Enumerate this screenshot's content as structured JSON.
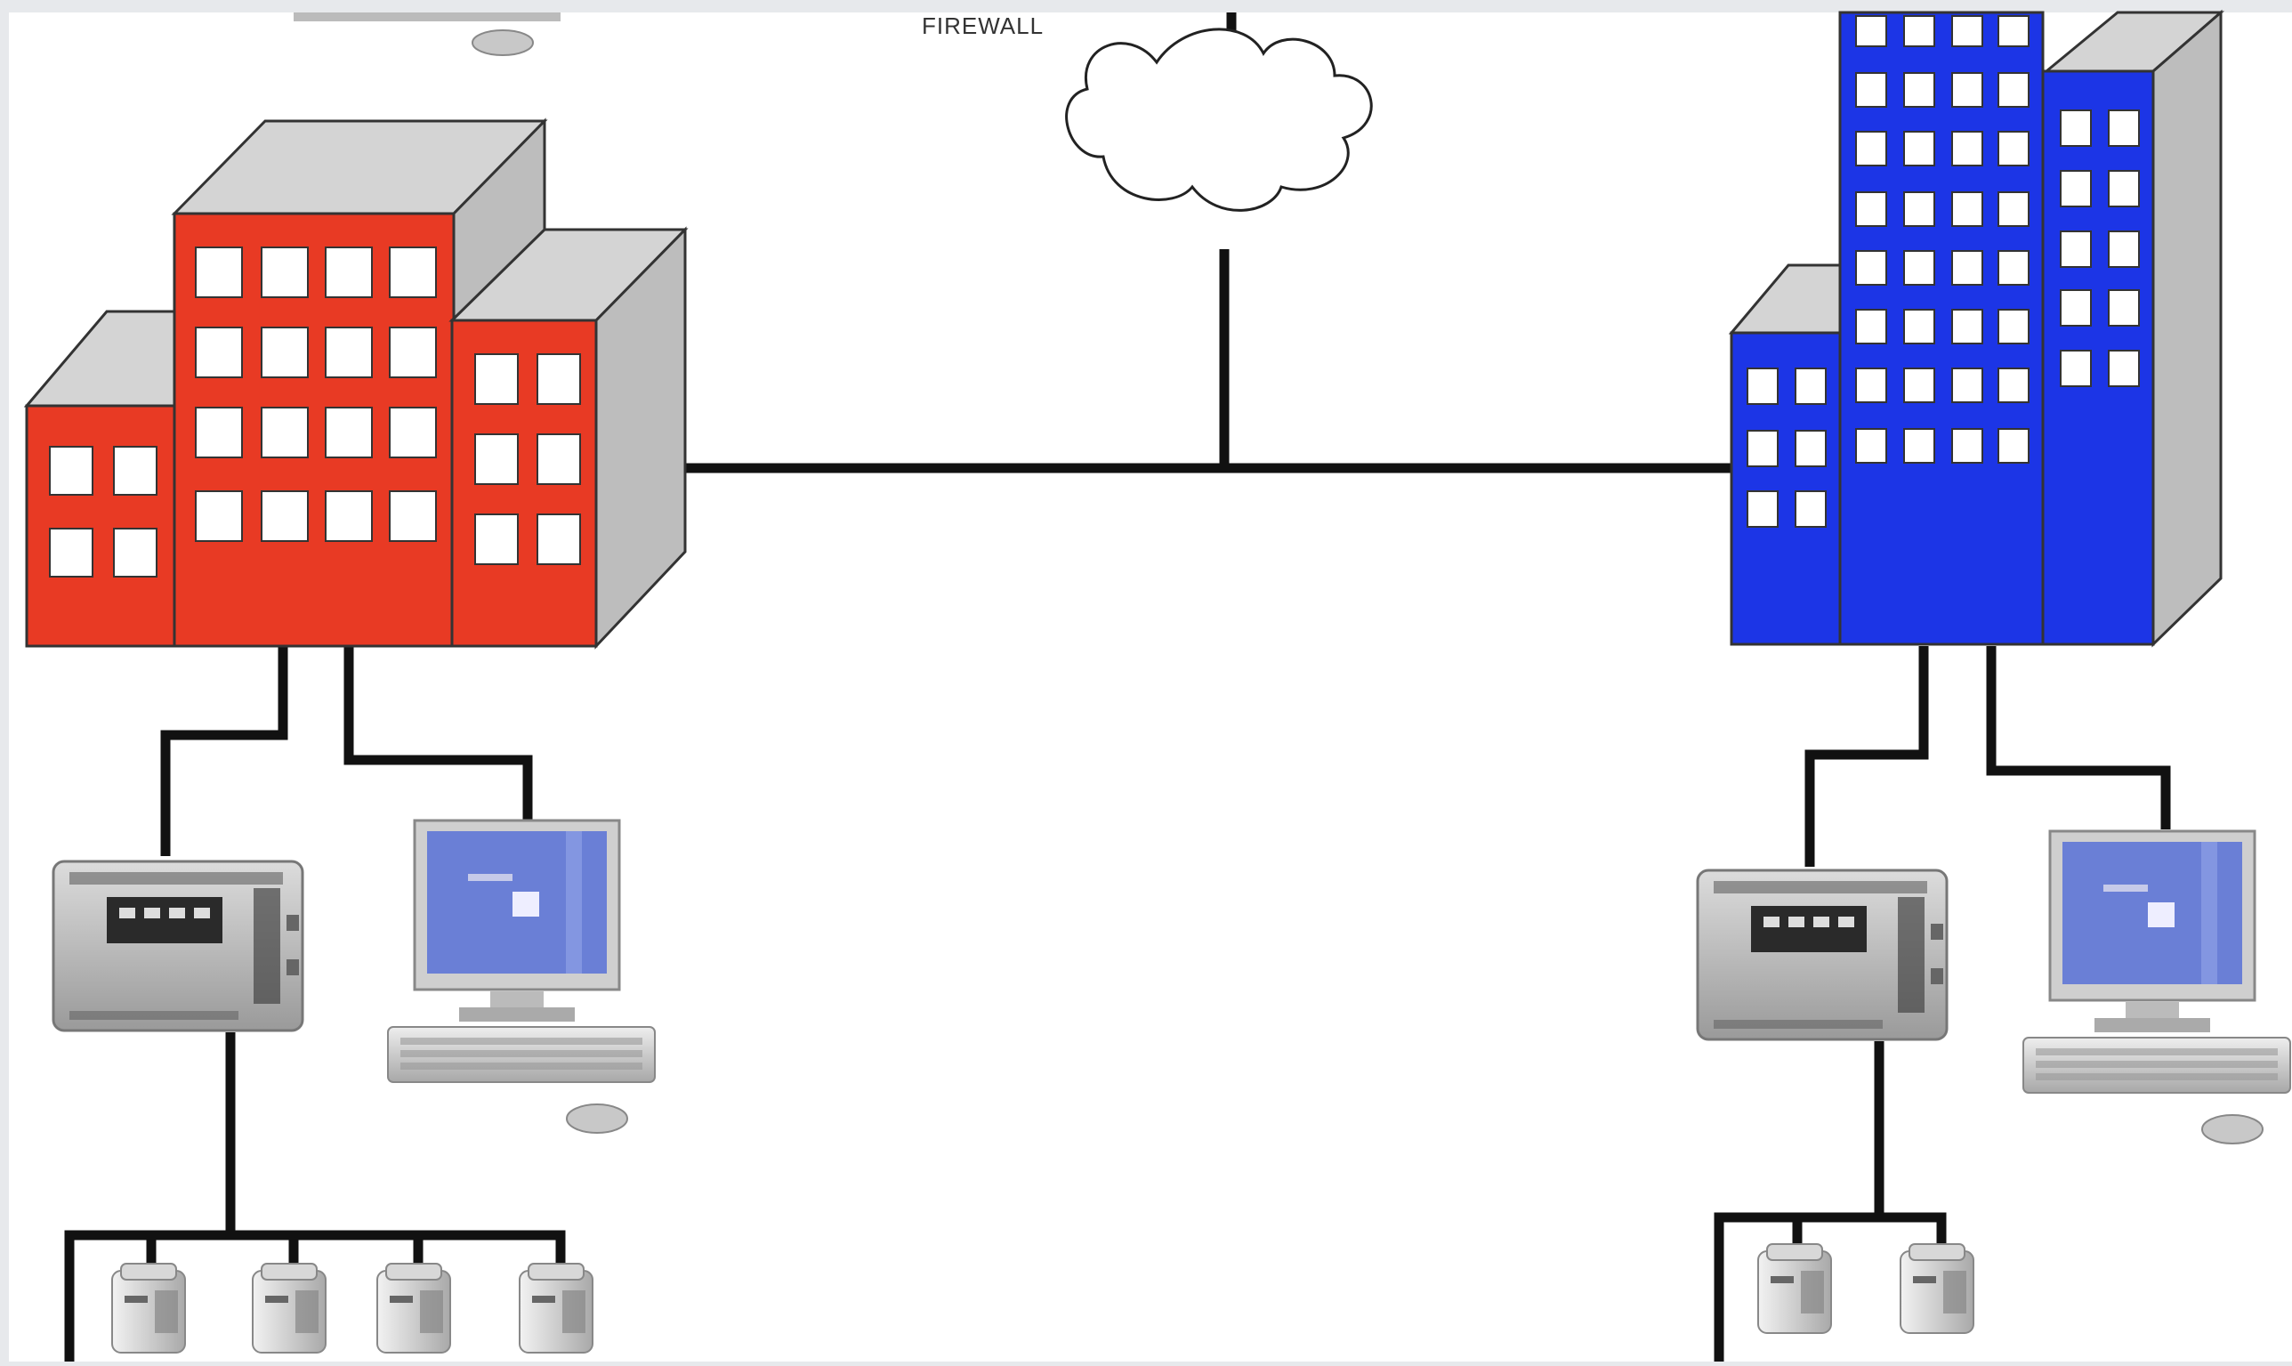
{
  "diagram": {
    "firewall_label": "FIREWALL",
    "nodes": {
      "cloud": "internet-cloud",
      "building_left": "red-building",
      "building_right": "blue-building",
      "left_site": [
        "network-device",
        "workstation",
        "meter",
        "meter",
        "meter",
        "meter"
      ],
      "right_site": [
        "network-device",
        "workstation",
        "meter",
        "meter"
      ],
      "top_partial": "workstation-mouse"
    },
    "colors": {
      "building_left": "#e83a24",
      "building_right": "#1c35e6",
      "roof": "#d4d4d4",
      "side": "#bdbdbd",
      "line": "#111111",
      "screen": "#6a7fd6"
    }
  }
}
